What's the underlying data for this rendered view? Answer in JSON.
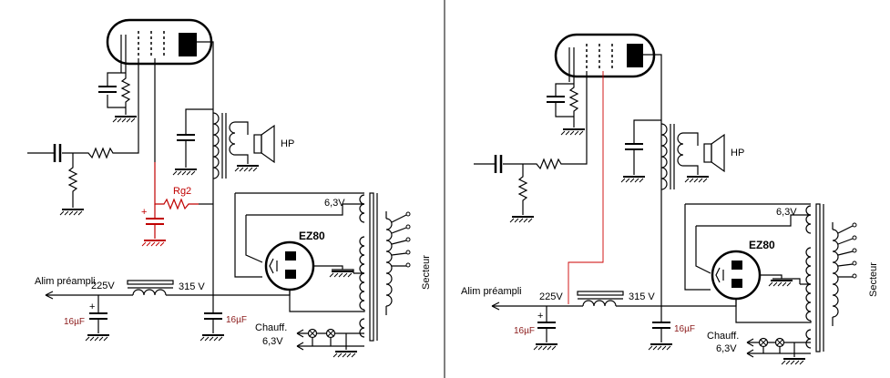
{
  "colors": {
    "wire": "#000000",
    "modified": "#c00000",
    "capacitor_label": "#8b1a1a"
  },
  "left": {
    "speaker_label": "HP",
    "rg2_label": "Rg2",
    "tube_label": "EZ80",
    "heater_label": "6,3V",
    "mains_label": "Secteur",
    "preamp_label": "Alim préampli",
    "v225": "225V",
    "v315": "315 V",
    "cap1": "16µF",
    "cap2": "16µF",
    "plus": "+",
    "chauff_label": "Chauff.",
    "chauff_volt": "6,3V"
  },
  "right": {
    "speaker_label": "HP",
    "tube_label": "EZ80",
    "heater_label": "6,3V",
    "mains_label": "Secteur",
    "preamp_label": "Alim préampli",
    "v225": "225V",
    "v315": "315 V",
    "cap1": "16µF",
    "cap2": "16µF",
    "plus": "+",
    "chauff_label": "Chauff.",
    "chauff_volt": "6,3V"
  }
}
